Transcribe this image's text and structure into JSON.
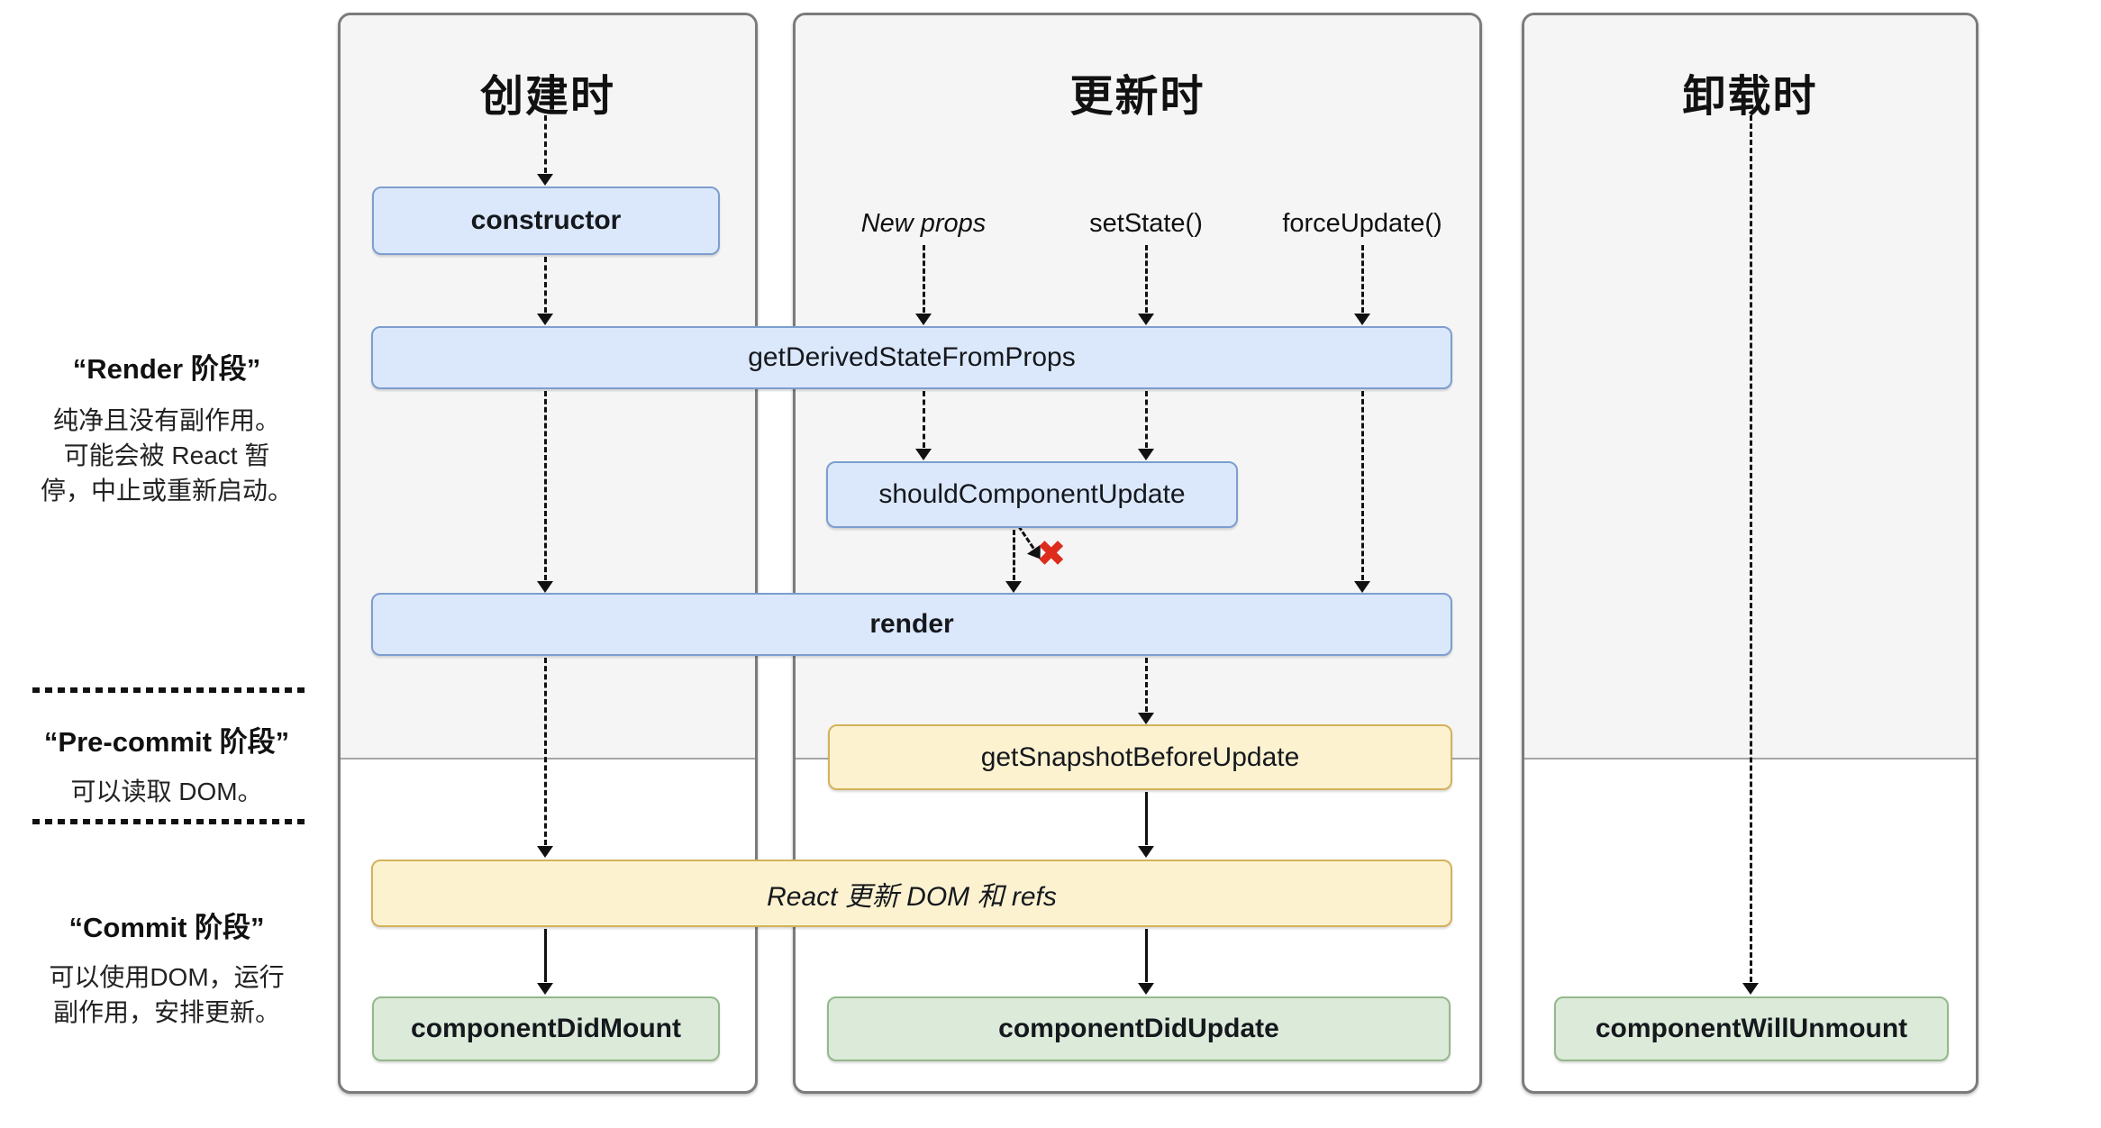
{
  "diagram": {
    "columns": [
      {
        "id": "mounting",
        "title": "创建时"
      },
      {
        "id": "updating",
        "title": "更新时"
      },
      {
        "id": "unmounting",
        "title": "卸载时"
      }
    ],
    "phases": [
      {
        "title": "“Render 阶段”",
        "lines": [
          "纯净且没有副作用。",
          "可能会被 React 暂",
          "停，中止或重新启动。"
        ]
      },
      {
        "title": "“Pre-commit 阶段”",
        "lines": [
          "可以读取 DOM。"
        ]
      },
      {
        "title": "“Commit 阶段”",
        "lines": [
          "可以使用DOM，运行",
          "副作用，安排更新。"
        ]
      }
    ],
    "triggers": [
      {
        "label": "New props"
      },
      {
        "label": "setState()"
      },
      {
        "label": "forceUpdate()"
      }
    ],
    "nodes": {
      "constructor": "constructor",
      "getDerivedStateFromProps": "getDerivedStateFromProps",
      "shouldComponentUpdate": "shouldComponentUpdate",
      "render": "render",
      "getSnapshotBeforeUpdate": "getSnapshotBeforeUpdate",
      "reactUpdates": "React 更新 DOM 和 refs",
      "componentDidMount": "componentDidMount",
      "componentDidUpdate": "componentDidUpdate",
      "componentWillUnmount": "componentWillUnmount"
    },
    "skip_icon": "✖",
    "colors": {
      "node_blue_fill": "#dbe8fb",
      "node_blue_border": "#7d9ecf",
      "node_yellow_fill": "#fdf2d0",
      "node_yellow_border": "#d3b25b",
      "node_green_fill": "#dcead9",
      "node_green_border": "#94b88b",
      "column_bg": "#f5f5f5",
      "skip_x_red": "#dd2b1c"
    }
  }
}
